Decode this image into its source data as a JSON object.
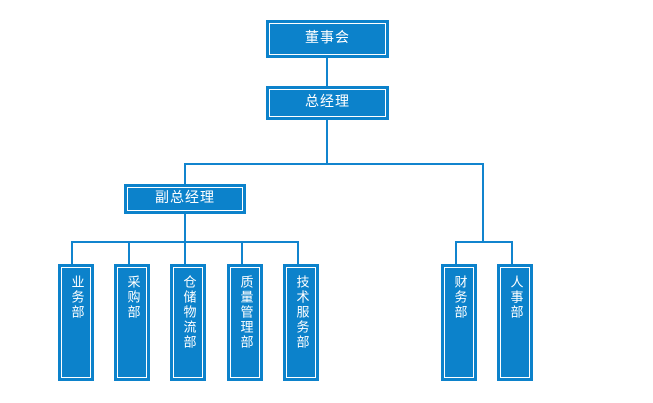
{
  "chart_data": {
    "type": "diagram",
    "title": "",
    "diagram_kind": "organizational-chart",
    "orientation": "top-down",
    "accent_color": "#0C82CB",
    "line_color": "#1184CE",
    "text_color": "#FFFFFF",
    "background": "#FFFFFF",
    "nodes": [
      {
        "id": "board",
        "label": "董事会",
        "level": 0,
        "orientation": "horizontal"
      },
      {
        "id": "gm",
        "label": "总经理",
        "level": 1,
        "orientation": "horizontal"
      },
      {
        "id": "deputy_gm",
        "label": "副总经理",
        "level": 2,
        "orientation": "horizontal"
      },
      {
        "id": "business",
        "label": "业务部",
        "level": 3,
        "orientation": "vertical"
      },
      {
        "id": "procurement",
        "label": "采购部",
        "level": 3,
        "orientation": "vertical"
      },
      {
        "id": "warehouse",
        "label": "仓储物流部",
        "level": 3,
        "orientation": "vertical"
      },
      {
        "id": "quality",
        "label": "质量管理部",
        "level": 3,
        "orientation": "vertical"
      },
      {
        "id": "tech",
        "label": "技术服务部",
        "level": 3,
        "orientation": "vertical"
      },
      {
        "id": "finance",
        "label": "财务部",
        "level": 3,
        "orientation": "vertical"
      },
      {
        "id": "hr",
        "label": "人事部",
        "level": 3,
        "orientation": "vertical"
      }
    ],
    "edges": [
      {
        "from": "board",
        "to": "gm"
      },
      {
        "from": "gm",
        "to": "deputy_gm"
      },
      {
        "from": "gm",
        "to": "finance"
      },
      {
        "from": "gm",
        "to": "hr"
      },
      {
        "from": "deputy_gm",
        "to": "business"
      },
      {
        "from": "deputy_gm",
        "to": "procurement"
      },
      {
        "from": "deputy_gm",
        "to": "warehouse"
      },
      {
        "from": "deputy_gm",
        "to": "quality"
      },
      {
        "from": "deputy_gm",
        "to": "tech"
      }
    ]
  },
  "nodes": {
    "board": {
      "label": "董事会"
    },
    "gm": {
      "label": "总经理"
    },
    "deputy_gm": {
      "label": "副总经理"
    },
    "business": {
      "label": "业务部"
    },
    "procurement": {
      "label": "采购部"
    },
    "warehouse": {
      "label": "仓储物流部"
    },
    "quality": {
      "label": "质量管理部"
    },
    "tech": {
      "label": "技术服务部"
    },
    "finance": {
      "label": "财务部"
    },
    "hr": {
      "label": "人事部"
    }
  }
}
